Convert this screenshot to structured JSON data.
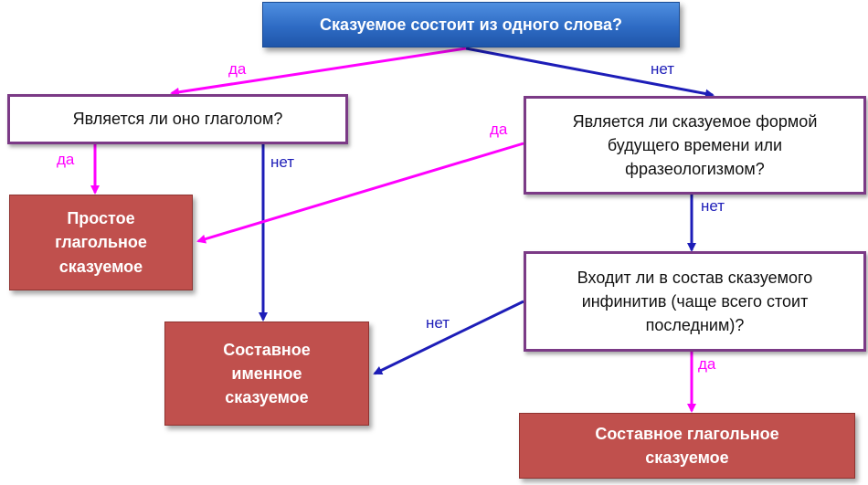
{
  "diagram": {
    "root_question": "Сказуемое состоит из одного слова?",
    "question_verb": "Является ли оно глаголом?",
    "question_future": "Является ли сказуемое формой будущего времени или фразеологизмом?",
    "question_infinitive": "Входит ли в состав сказуемого инфинитив (чаще всего стоит последним)?",
    "answer_simple_verbal": "Простое глагольное сказуемое",
    "answer_compound_nominal": "Составное именное сказуемое",
    "answer_compound_verbal": "Составное глагольное сказуемое",
    "edge_labels": {
      "root_yes": "да",
      "root_no": "нет",
      "verb_yes": "да",
      "verb_no": "нет",
      "future_yes": "да",
      "future_no": "нет",
      "infinitive_no": "нет",
      "infinitive_yes": "да"
    },
    "colors": {
      "yes_arrow": "#ff00ff",
      "no_arrow": "#1d1db8",
      "question_border": "#7b3a86",
      "answer_fill": "#c0504d",
      "root_fill": "#2e6bc4"
    }
  }
}
